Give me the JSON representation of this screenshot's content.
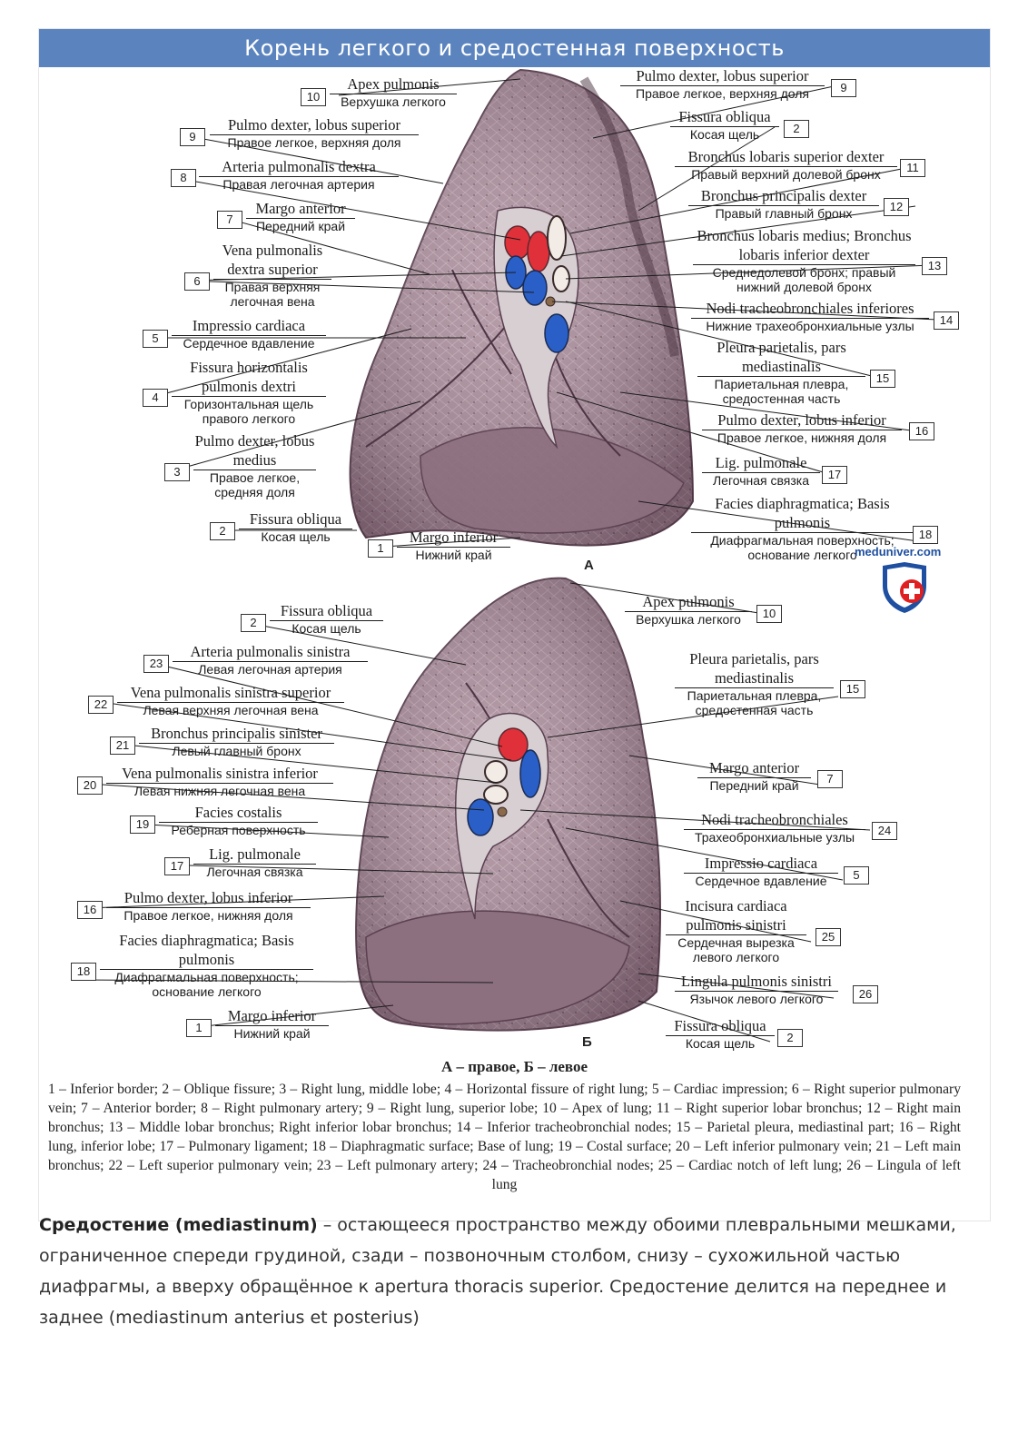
{
  "title": "Корень легкого и средостенная поверхность",
  "panel_a": {
    "letter": "А",
    "labels": [
      {
        "num": "10",
        "lat": "Apex pulmonis",
        "rus": "Верхушка легкого"
      },
      {
        "num": "9",
        "lat": "Pulmo dexter, lobus superior",
        "rus": "Правое легкое, верхняя доля"
      },
      {
        "num": "8",
        "lat": "Arteria pulmonalis dextra",
        "rus": "Правая легочная артерия"
      },
      {
        "num": "7",
        "lat": "Margo anterior",
        "rus": "Передний край"
      },
      {
        "num": "6",
        "lat": "Vena pulmonalis dextra superior",
        "rus": "Правая верхняя легочная вена"
      },
      {
        "num": "5",
        "lat": "Impressio cardiaca",
        "rus": "Сердечное вдавление"
      },
      {
        "num": "4",
        "lat": "Fissura horizontalis pulmonis dextri",
        "rus": "Горизонтальная щель правого легкого"
      },
      {
        "num": "3",
        "lat": "Pulmo dexter, lobus medius",
        "rus": "Правое легкое, средняя доля"
      },
      {
        "num": "2",
        "lat": "Fissura obliqua",
        "rus": "Косая щель"
      },
      {
        "num": "1",
        "lat": "Margo inferior",
        "rus": "Нижний край"
      },
      {
        "num": "9",
        "lat": "Pulmo dexter, lobus superior",
        "rus": "Правое легкое, верхняя доля"
      },
      {
        "num": "2",
        "lat": "Fissura obliqua",
        "rus": "Косая щель"
      },
      {
        "num": "11",
        "lat": "Bronchus lobaris superior dexter",
        "rus": "Правый верхний долевой бронх"
      },
      {
        "num": "12",
        "lat": "Bronchus principalis dexter",
        "rus": "Правый главный бронх"
      },
      {
        "num": "13",
        "lat": "Bronchus lobaris medius; Bronchus lobaris inferior dexter",
        "rus": "Среднедолевой бронх; правый нижний долевой бронх"
      },
      {
        "num": "14",
        "lat": "Nodi tracheobronchiales inferiores",
        "rus": "Нижние трахеобронхиальные узлы"
      },
      {
        "num": "15",
        "lat": "Pleura parietalis, pars mediastinalis",
        "rus": "Париетальная плевра, средостенная часть"
      },
      {
        "num": "16",
        "lat": "Pulmo dexter, lobus inferior",
        "rus": "Правое легкое, нижняя доля"
      },
      {
        "num": "17",
        "lat": "Lig. pulmonale",
        "rus": "Легочная связка"
      },
      {
        "num": "18",
        "lat": "Facies diaphragmatica; Basis pulmonis",
        "rus": "Диафрагмальная поверхность; основание легкого"
      }
    ]
  },
  "panel_b": {
    "letter": "Б",
    "labels": [
      {
        "num": "2",
        "lat": "Fissura obliqua",
        "rus": "Косая щель"
      },
      {
        "num": "23",
        "lat": "Arteria pulmonalis sinistra",
        "rus": "Левая легочная артерия"
      },
      {
        "num": "22",
        "lat": "Vena pulmonalis sinistra superior",
        "rus": "Левая верхняя легочная вена"
      },
      {
        "num": "21",
        "lat": "Bronchus principalis sinister",
        "rus": "Левый главный бронх"
      },
      {
        "num": "20",
        "lat": "Vena pulmonalis sinistra inferior",
        "rus": "Левая нижняя легочная вена"
      },
      {
        "num": "19",
        "lat": "Facies costalis",
        "rus": "Реберная поверхность"
      },
      {
        "num": "17",
        "lat": "Lig. pulmonale",
        "rus": "Легочная связка"
      },
      {
        "num": "16",
        "lat": "Pulmo dexter, lobus inferior",
        "rus": "Правое легкое, нижняя доля"
      },
      {
        "num": "18",
        "lat": "Facies diaphragmatica; Basis pulmonis",
        "rus": "Диафрагмальная поверхность; основание легкого"
      },
      {
        "num": "1",
        "lat": "Margo inferior",
        "rus": "Нижний край"
      },
      {
        "num": "10",
        "lat": "Apex pulmonis",
        "rus": "Верхушка легкого"
      },
      {
        "num": "15",
        "lat": "Pleura parietalis, pars mediastinalis",
        "rus": "Париетальная плевра, средостенная часть"
      },
      {
        "num": "7",
        "lat": "Margo anterior",
        "rus": "Передний край"
      },
      {
        "num": "24",
        "lat": "Nodi tracheobronchiales",
        "rus": "Трахеобронхиальные узлы"
      },
      {
        "num": "5",
        "lat": "Impressio cardiaca",
        "rus": "Сердечное вдавление"
      },
      {
        "num": "25",
        "lat": "Incisura cardiaca pulmonis sinistri",
        "rus": "Сердечная вырезка левого легкого"
      },
      {
        "num": "26",
        "lat": "Lingula pulmonis sinistri",
        "rus": "Язычок левого легкого"
      },
      {
        "num": "2",
        "lat": "Fissura obliqua",
        "rus": "Косая щель"
      }
    ]
  },
  "logo_text": "meduniver.com",
  "caption_title": "А – правое, Б – левое",
  "legend": "1 – Inferior border; 2 – Oblique fissure; 3 – Right lung, middle lobe; 4 – Horizontal fissure of right lung; 5 – Cardiac impression; 6 – Right superior pulmonary vein; 7 – Anterior border; 8 – Right pulmonary artery; 9 – Right lung, superior lobe; 10 – Apex of lung; 11 – Right superior lobar bronchus; 12 – Right main bronchus; 13 – Middle lobar bronchus; Right inferior lobar bronchus; 14 – Inferior tracheobronchial nodes; 15 – Parietal pleura, mediastinal part; 16 – Right lung, inferior lobe; 17 – Pulmonary ligament; 18 – Diaphragmatic surface; Base of lung; 19 – Costal surface; 20 – Left inferior pulmonary vein; 21 – Left main bronchus; 22 – Left superior pulmonary vein; 23 – Left pulmonary artery; 24 – Tracheobronchial nodes; 25 – Cardiac notch of left lung; 26 – Lingula of left lung",
  "body": {
    "term": "Средостение (mediastinum)",
    "text": " – остающееся пространство между обоими плевральными мешками, ограниченное спереди грудиной, сзади – позвоночным столбом, снизу – сухожильной частью диафрагмы, а вверху обращённое к apertura thoracis superior. Средостение делится на переднее и заднее (mediastinum anterius et posterius)"
  },
  "colors": {
    "title_bar": "#5b84bf",
    "lung_fill": "#a88a98",
    "lung_dark": "#6e5363",
    "artery": "#e0303a",
    "vein": "#2a5fc8",
    "bronchus": "#f3ece6"
  }
}
